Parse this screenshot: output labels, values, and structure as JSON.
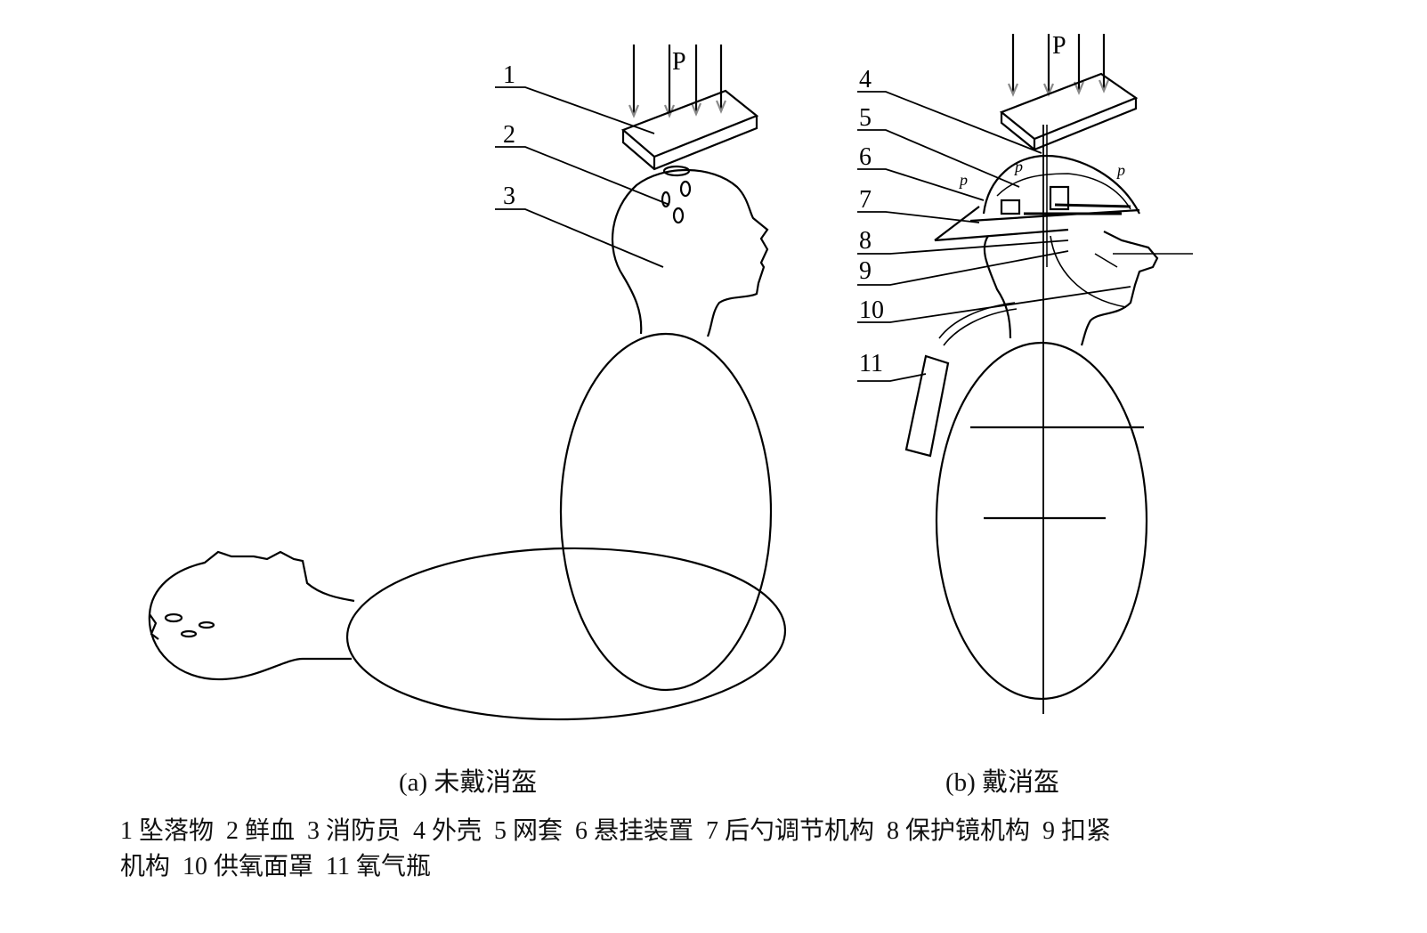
{
  "figure": {
    "force_label": "P",
    "pressure_label": "p",
    "panel_a": {
      "caption": "(a)  未戴消盔",
      "callouts": [
        "1",
        "2",
        "3"
      ]
    },
    "panel_b": {
      "caption": "(b)  戴消盔",
      "callouts": [
        "4",
        "5",
        "6",
        "7",
        "8",
        "9",
        "10",
        "11"
      ]
    },
    "legend_line1": "1 坠落物  2 鲜血  3 消防员  4 外壳  5 网套  6 悬挂装置  7 后勺调节机构  8 保护镜机构  9 扣紧",
    "legend_line2": "机构  10 供氧面罩  11 氧气瓶"
  }
}
